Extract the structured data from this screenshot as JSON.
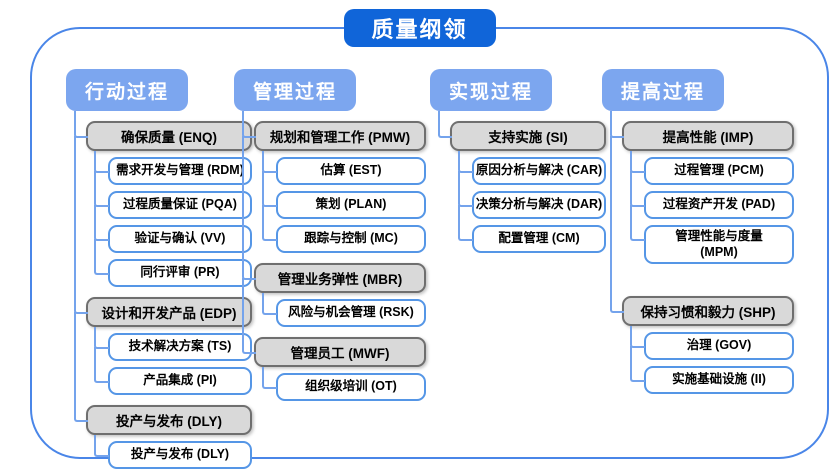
{
  "title": "质量纲领",
  "colors": {
    "title_bg": "#1065D9",
    "header_bg": "#7CA6EF",
    "header_text": "#FFFFFF",
    "group_bg": "#D9D9D9",
    "group_border": "#6F6F6F",
    "leaf_bg": "#FFFFFF",
    "leaf_border": "#5596E6",
    "connector": "#74A3EC",
    "frame_border": "#4A86E8",
    "text": "#000000"
  },
  "columns": [
    {
      "title": "行动过程",
      "groups": [
        {
          "label": "确保质量 (ENQ)",
          "children": [
            "需求开发与管理 (RDM)",
            "过程质量保证 (PQA)",
            "验证与确认 (VV)",
            "同行评审 (PR)"
          ]
        },
        {
          "label": "设计和开发产品 (EDP)",
          "children": [
            "技术解决方案 (TS)",
            "产品集成 (PI)"
          ]
        },
        {
          "label": "投产与发布 (DLY)",
          "children": [
            "投产与发布 (DLY)"
          ]
        }
      ]
    },
    {
      "title": "管理过程",
      "groups": [
        {
          "label": "规划和管理工作 (PMW)",
          "children": [
            "估算 (EST)",
            "策划 (PLAN)",
            "跟踪与控制 (MC)"
          ]
        },
        {
          "label": "管理业务弹性 (MBR)",
          "children": [
            "风险与机会管理 (RSK)"
          ]
        },
        {
          "label": "管理员工 (MWF)",
          "children": [
            "组织级培训 (OT)"
          ]
        }
      ]
    },
    {
      "title": "实现过程",
      "groups": [
        {
          "label": "支持实施 (SI)",
          "children": [
            "原因分析与解决 (CAR)",
            "决策分析与解决 (DAR)",
            "配置管理 (CM)"
          ]
        }
      ]
    },
    {
      "title": "提高过程",
      "groups": [
        {
          "label": "提高性能 (IMP)",
          "children": [
            "过程管理 (PCM)",
            "过程资产开发 (PAD)",
            "管理性能与度量 (MPM)"
          ]
        },
        {
          "label": "保持习惯和毅力 (SHP)",
          "children": [
            "治理 (GOV)",
            "实施基础设施 (II)"
          ]
        }
      ]
    }
  ]
}
